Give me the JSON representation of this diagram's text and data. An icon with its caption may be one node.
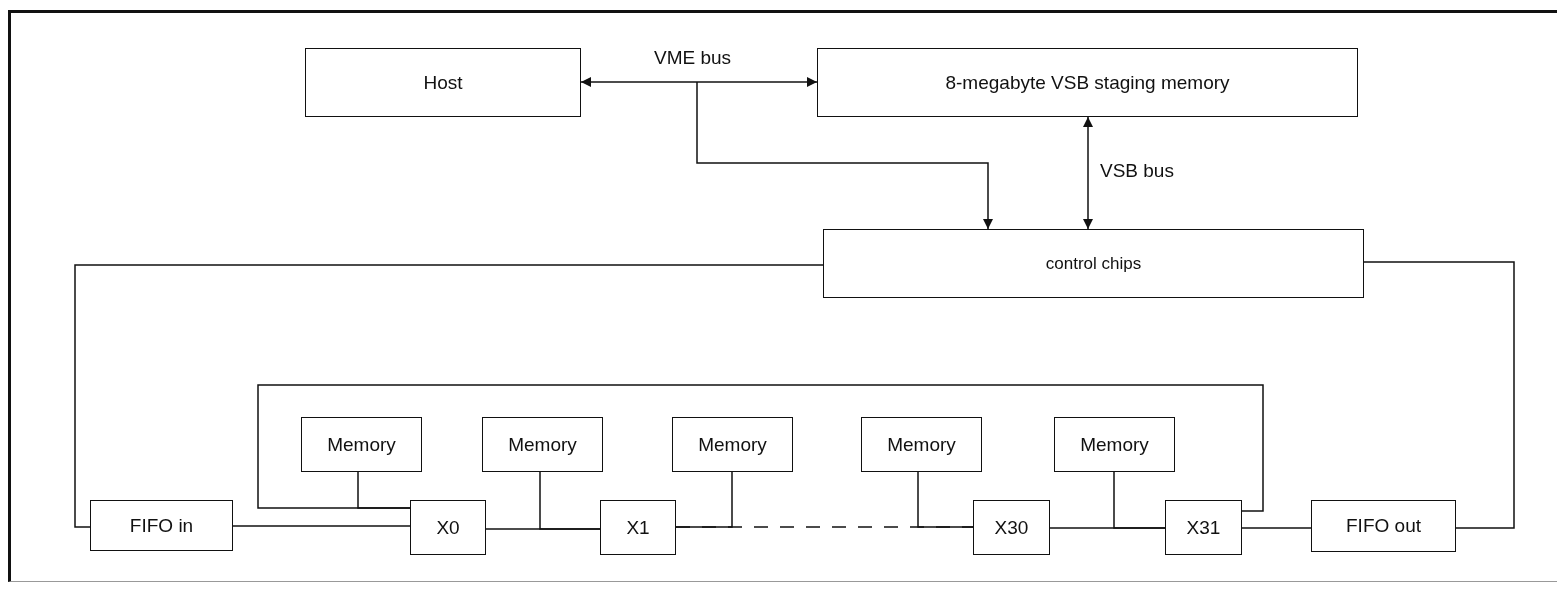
{
  "diagram": {
    "nodes": [
      {
        "text": [
          "Host"
        ]
      },
      {
        "text": [
          "8-megabyte VSB staging memory"
        ]
      },
      {
        "text": [
          "control chips"
        ]
      },
      {
        "text": [
          "FIFO in"
        ]
      },
      {
        "text": [
          "Memory"
        ]
      },
      {
        "text": [
          "Memory"
        ]
      },
      {
        "text": [
          "Memory"
        ]
      },
      {
        "text": [
          "Memory"
        ]
      },
      {
        "text": [
          "Memory"
        ]
      },
      {
        "text": [
          "X0"
        ]
      },
      {
        "text": [
          "X1"
        ]
      },
      {
        "text": [
          "X30"
        ]
      },
      {
        "text": [
          "X31"
        ]
      },
      {
        "text": [
          "FIFO out"
        ]
      }
    ],
    "edges": [
      {
        "from": 0,
        "to": 1,
        "arrow": "both",
        "label": "VME bus"
      },
      {
        "from": null,
        "to": 2,
        "arrow": "to"
      },
      {
        "from": 1,
        "to": 2,
        "arrow": "both",
        "label": "VSB bus"
      },
      {
        "from": 2,
        "to": 3,
        "arrow": "none"
      },
      {
        "from": 2,
        "to": 13,
        "arrow": "none"
      },
      {
        "from": 3,
        "to": 9,
        "arrow": "none"
      },
      {
        "from": 9,
        "to": 10,
        "arrow": "none"
      },
      {
        "from": 10,
        "to": 11,
        "arrow": "none",
        "style": "dashed"
      },
      {
        "from": 11,
        "to": 12,
        "arrow": "none"
      },
      {
        "from": 12,
        "to": 13,
        "arrow": "none"
      },
      {
        "from": 12,
        "to": 9,
        "arrow": "none"
      },
      {
        "from": 4,
        "to": 9,
        "arrow": "none"
      },
      {
        "from": 5,
        "to": 10,
        "arrow": "none"
      },
      {
        "from": 6,
        "to": 10,
        "arrow": "none"
      },
      {
        "from": 7,
        "to": 11,
        "arrow": "none"
      },
      {
        "from": 8,
        "to": 12,
        "arrow": "none"
      }
    ]
  }
}
